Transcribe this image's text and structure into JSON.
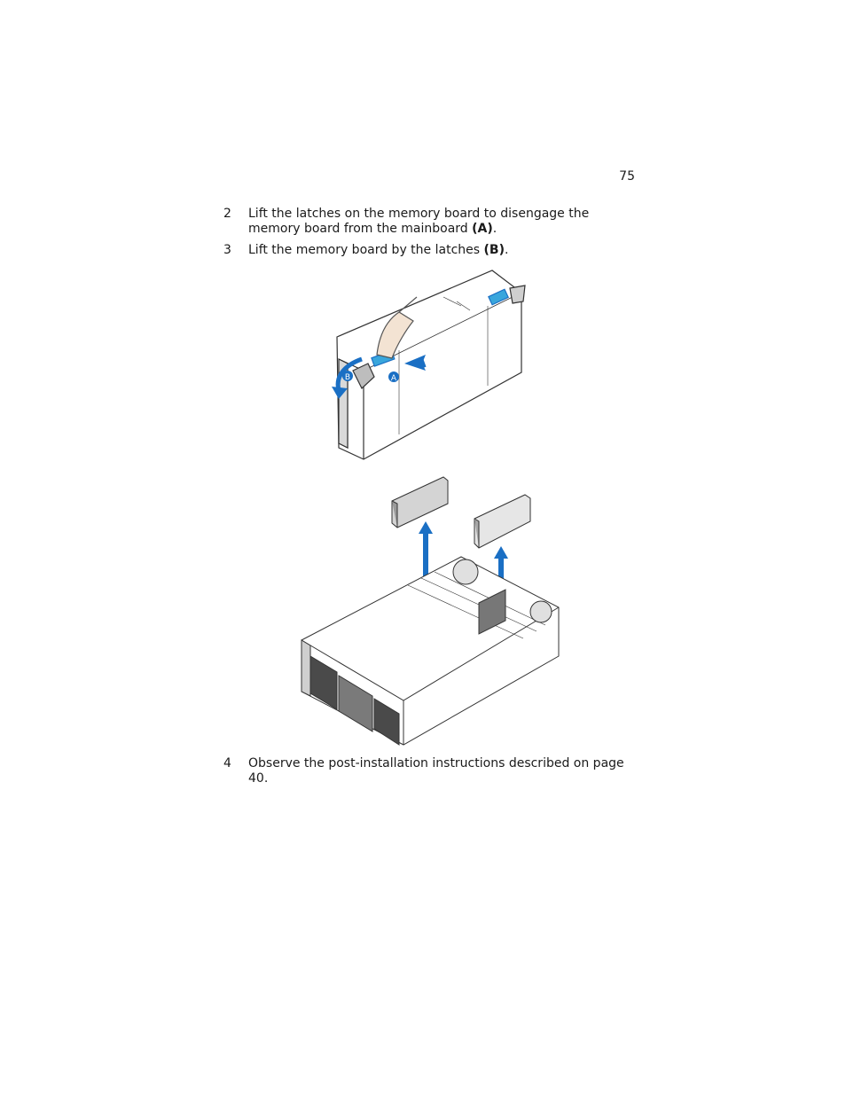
{
  "page": {
    "number": "75"
  },
  "steps": [
    {
      "number": "2",
      "text": "Lift the latches on the memory board to disengage the memory board from the mainboard ",
      "bold": "(A)",
      "suffix": "."
    },
    {
      "number": "3",
      "text": "Lift the memory board by the latches ",
      "bold": "(B)",
      "suffix": "."
    },
    {
      "number": "4",
      "text": "Observe the post-installation instructions described on page 40."
    }
  ],
  "figure": {
    "callouts": [
      "A",
      "B"
    ],
    "colors": {
      "accent_blue": "#1a6fc4",
      "latch_blue": "#39a6dc",
      "line": "#333333",
      "panel": "#d9d9d9"
    }
  }
}
